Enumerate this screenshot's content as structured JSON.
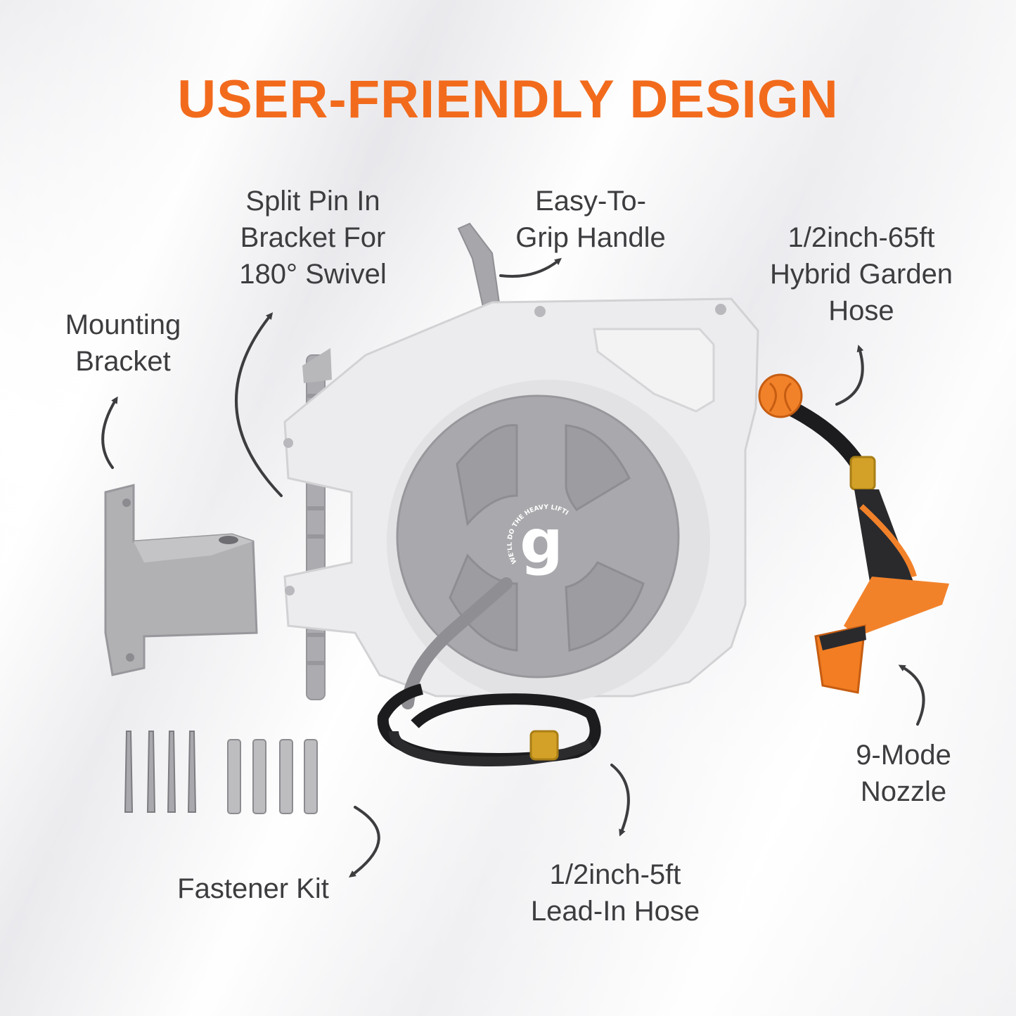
{
  "title": "USER-FRIENDLY DESIGN",
  "colors": {
    "accent": "#f26b1d",
    "label_text": "#3d3d40",
    "reel_body": "#e9e9eb",
    "reel_drum": "#a9a9ad",
    "hose": "#1c1c1e",
    "brass": "#d4a128"
  },
  "logo_text": "WE'LL DO THE HEAVY LIFTING",
  "labels": {
    "mounting_bracket": [
      "Mounting",
      "Bracket"
    ],
    "split_pin": [
      "Split Pin In",
      "Bracket For",
      "180° Swivel"
    ],
    "grip_handle": [
      "Easy-To-",
      "Grip Handle"
    ],
    "garden_hose": [
      "1/2inch-65ft",
      "Hybrid Garden",
      "Hose"
    ],
    "nozzle": [
      "9-Mode",
      "Nozzle"
    ],
    "fastener_kit": [
      "Fastener Kit"
    ],
    "lead_in_hose": [
      "1/2inch-5ft",
      "Lead-In Hose"
    ]
  }
}
